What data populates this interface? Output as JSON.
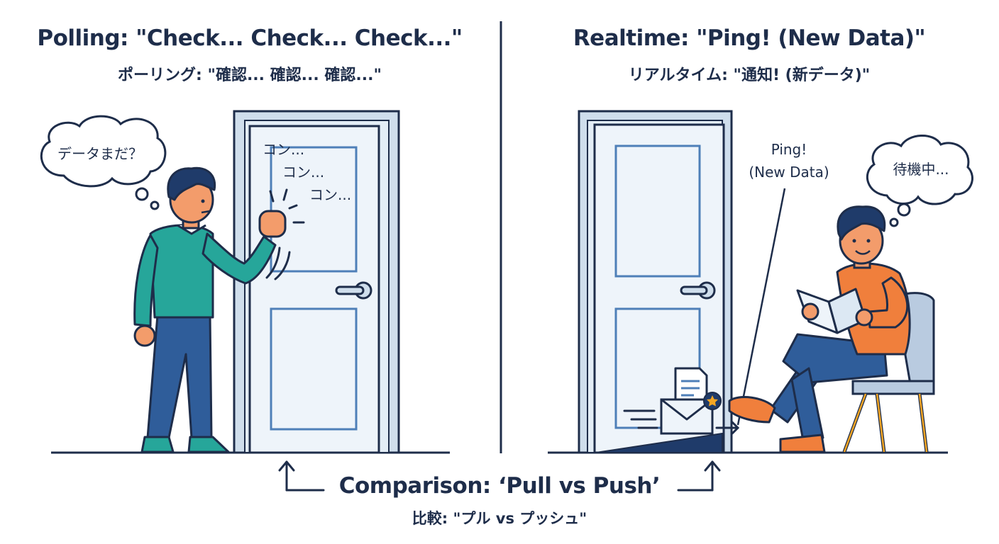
{
  "left_panel": {
    "title_en": "Polling: \"Check... Check... Check...\"",
    "title_ja": "ポーリング: \"確認... 確認... 確認...\"",
    "thought_bubble": "データまだ？",
    "knock_1": "コン...",
    "knock_2": "コン...",
    "knock_3": "コン..."
  },
  "right_panel": {
    "title_en": "Realtime: \"Ping! (New Data)\"",
    "title_ja": "リアルタイム: \"通知! (新データ)\"",
    "thought_bubble": "待機中...",
    "ping_line_1": "Ping!",
    "ping_line_2": "(New Data)"
  },
  "comparison": {
    "label_en": "Comparison: ‘Pull vs Push’",
    "label_ja": "比較: \"プル vs プッシュ\""
  },
  "colors": {
    "ink": "#1e2d4a",
    "door": "#eef4fa",
    "door_frame": "#cfdeec",
    "door_panel": "#4e7fb8",
    "teal_shirt": "#26a69a",
    "orange_shirt": "#f07f3c",
    "pants_blue": "#2f5d9a",
    "hair_navy": "#1f3b6a",
    "skin": "#f39c6b",
    "chair": "#b9cbe0",
    "envelope_star": "#f5a623"
  },
  "icons": [
    "thought-bubble-icon",
    "door-icon",
    "door-handle-icon",
    "knock-lines-icon",
    "envelope-icon",
    "document-icon",
    "star-badge-icon",
    "speed-lines-icon",
    "chair-icon",
    "book-icon",
    "arrow-up-icon"
  ]
}
